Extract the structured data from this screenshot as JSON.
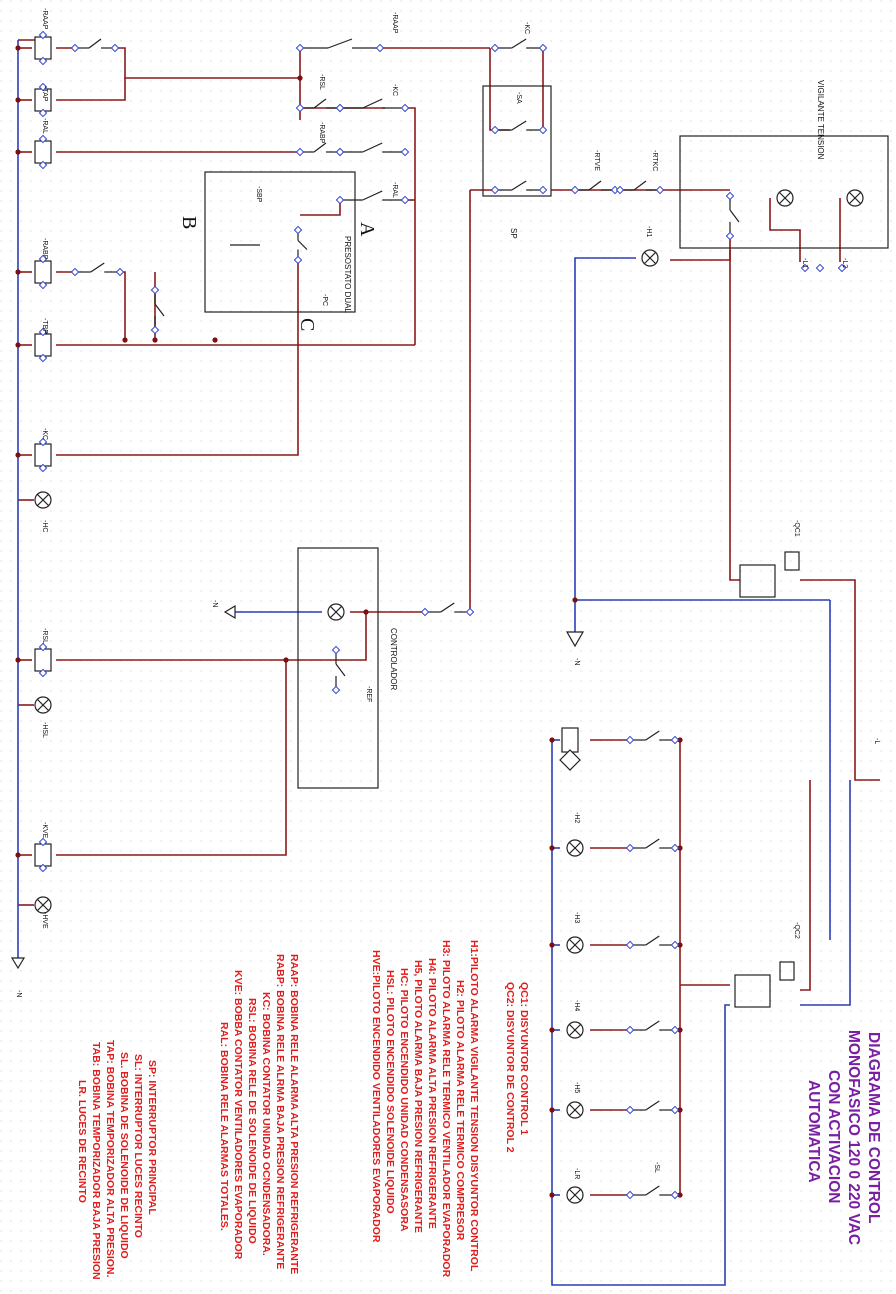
{
  "title": {
    "lines": [
      "DIAGRAMA DE CONTROL",
      "MONOFASICO 120 0 220 VAC",
      "CON ACTIVACION",
      "AUTOMATICA"
    ],
    "color": "#7a1fa3"
  },
  "legend": {
    "color": "#e21b1b",
    "group_a": [
      "H1:PILOTO ALARMA VIGILANTE TENSION DISYUNTOR CONTROL",
      "H2: PILOTO ALARMA RELE TERMICO COMPRESOR",
      "H3: PILOTO ALARMA RELE TERMICO VENTILADOR EVAPORADOR",
      "H4: PILOTO ALARMA ALTA PRESION REFRIGERANTE",
      "H5, PILOTO ALARMA BAJA PRESION REFRIGERANTE",
      "HC: PILOTO ENCENDIDO UNIDAD CONDENSASORA",
      "HSL: PILOTO ENCENDIDO SOLENOIDE LIQUIDO",
      "HVE:PILOTO ENCENDIDO VENTILADORES EVAPORADOR"
    ],
    "group_b": [
      "QC1: DISYUNTOR CONTROL 1",
      "QC2: DISYUNTOR DE CONTROL 2"
    ],
    "group_c": [
      "RAAP: BOBINA RELE ALARMA ALTA PRESION REFRIGERANTE",
      "RABP: BOBINA RELE ALRMA BAJA PRESION REFRIGERANTE",
      "KC: BOBINA CONTATOR UNIDAD OCNDENSADORA.",
      "RSL: BOBINA RELE DE SOLENOIDE DE LIQUIDO",
      "KVE: BOBBA CONTATOR VENTILADORES EVAPORADOR",
      "RAL: BOBINA RELE ALARMAS TOTALES."
    ],
    "group_d": [
      "SP: INTERRUPTOR PRINCIPAL",
      "SL: INTERRUPTOR LUCES RECINTO",
      "SL. BOBINA DE SOLENOIDE DE LIQUIDO",
      "TAP: BOBINA TEMPORIZADOR ALTA PRESION.",
      "TAB: BOBINA TEMPORIZADOR BAJA PRESION",
      "LR. LUCES DE RECINTO"
    ]
  },
  "diagram": {
    "box_labels": {
      "presostato": "PRESOSTATO DUAL",
      "controlador": "CONTROLADOR",
      "vigilante": "VIGILANTE TENSION",
      "sp": "SP"
    },
    "letters": [
      "A",
      "B",
      "C"
    ],
    "coil_labels": [
      "-RAAP",
      "-TAP",
      "-RAL",
      "-RABP",
      "-TBP",
      "-KC",
      "-RSL",
      "-KVE"
    ],
    "lamp_labels": [
      "-HC",
      "-HSL",
      "-HVE",
      "-H1",
      "-H2",
      "-H3",
      "-H4",
      "-H5",
      "-LR"
    ],
    "contact_labels": [
      "-RAAP",
      "-RSL",
      "-KC",
      "-RABP",
      "-RAL",
      "-RTKC",
      "-RTVE",
      "-SA",
      "-SBP",
      "-PC",
      "-REF",
      "-SL",
      "-QC1",
      "-QC2",
      "-KC"
    ],
    "terminal_labels": [
      "-N",
      "-N",
      "-N",
      "-L",
      "-L1",
      "-L2"
    ],
    "wire_color_control": "#8b1a1a",
    "wire_color_supply": "#2b3fb8"
  }
}
